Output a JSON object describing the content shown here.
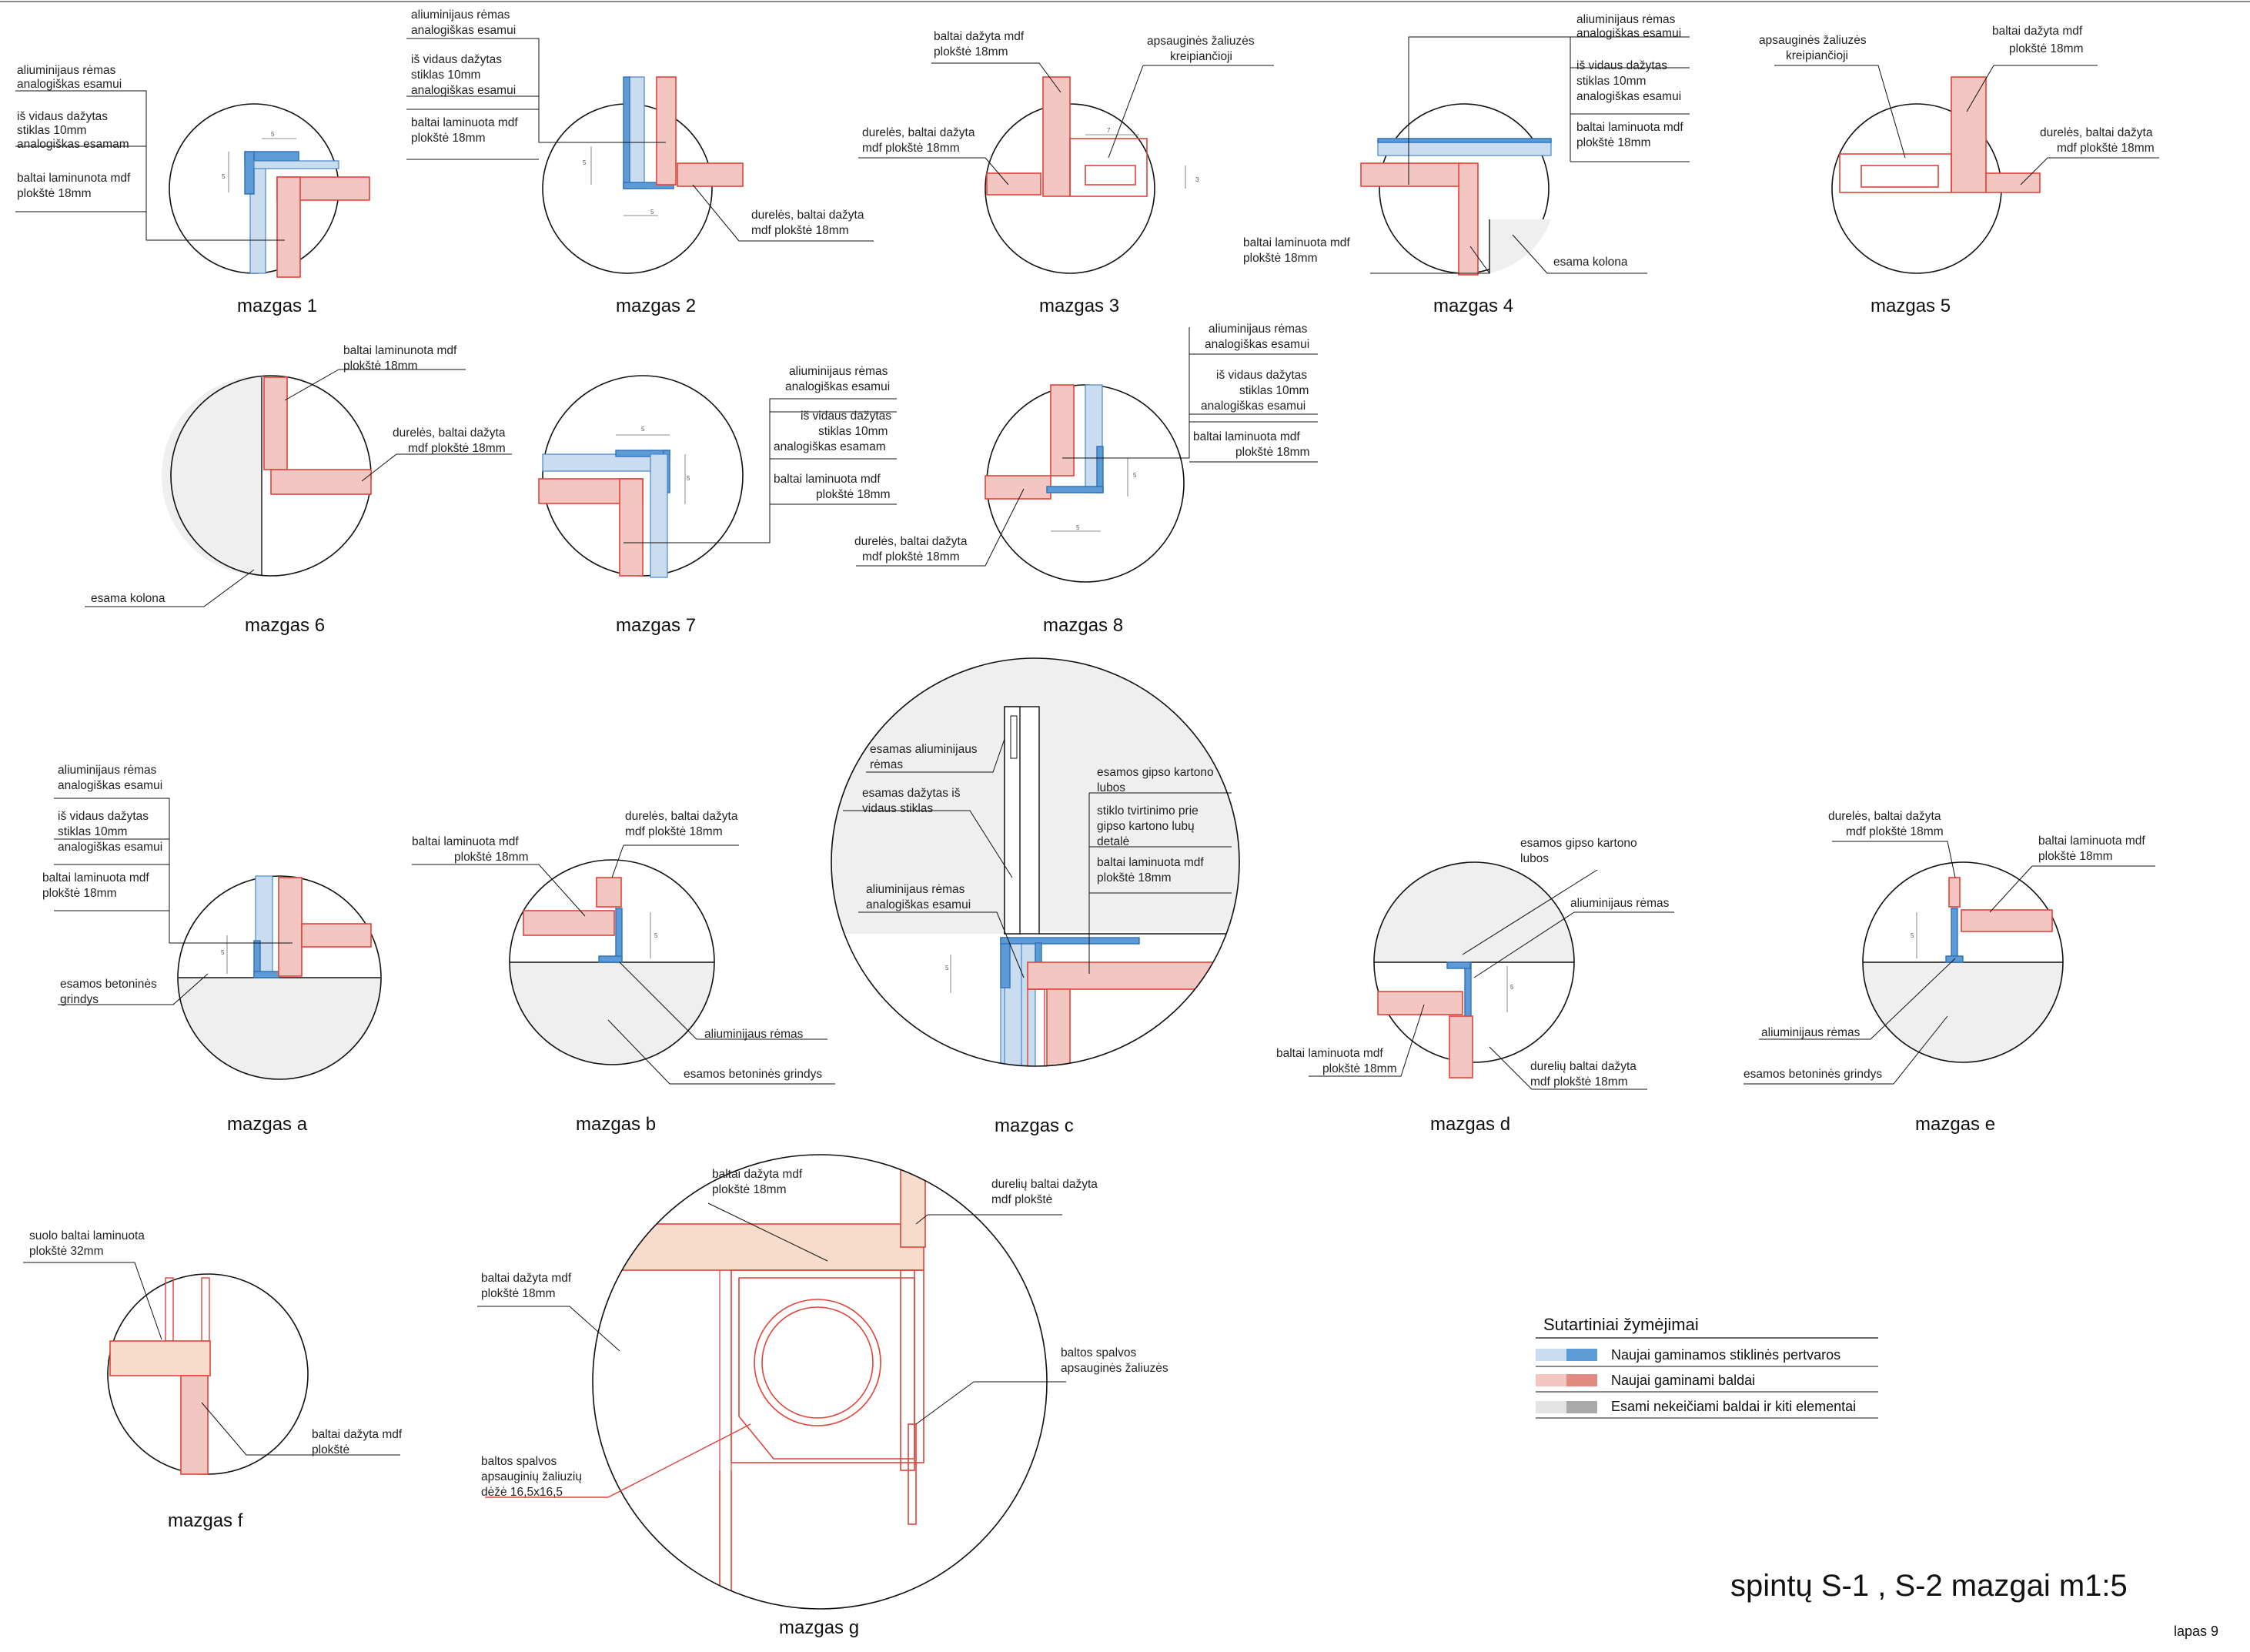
{
  "title": "spintų S-1 , S-2  mazgai   m1:5",
  "page_number": "lapas 9",
  "colors": {
    "glass_light": "#c9dcf0",
    "frame_blue": "#5d9bd6",
    "furniture_pink": "#f4c6c2",
    "furniture_red": "#e0443a",
    "existing_grey": "#efefef",
    "existing_dark": "#aaaaaa"
  },
  "legend": {
    "heading": "Sutartiniai žymėjimai",
    "items": [
      {
        "label": "Naujai gaminamos stiklinės pertvaros"
      },
      {
        "label": "Naujai gaminami baldai"
      },
      {
        "label": "Esami nekeičiami baldai ir kiti elementai"
      }
    ]
  },
  "nodes": {
    "m1": {
      "caption": "mazgas 1",
      "labels": [
        "aliuminijaus rėmas",
        "analogiškas esamui",
        "iš vidaus dažytas",
        "stiklas 10mm",
        "analogiškas esamam",
        "baltai laminunota mdf",
        "plokštė 18mm"
      ],
      "dims": [
        "5",
        "5"
      ]
    },
    "m2": {
      "caption": "mazgas 2",
      "labels": [
        "aliuminijaus rėmas",
        "analogiškas esamui",
        "iš vidaus dažytas",
        "stiklas 10mm",
        "analogiškas esamui",
        "baltai laminuota mdf",
        "plokštė 18mm",
        "durelės, baltai dažyta",
        "mdf plokštė 18mm"
      ],
      "dims": [
        "5",
        "5"
      ]
    },
    "m3": {
      "caption": "mazgas 3",
      "labels": [
        "baltai dažyta mdf",
        "plokštė 18mm",
        "apsauginės žaliuzės",
        "kreipiančioji",
        "durelės, baltai dažyta",
        "mdf plokštė 18mm"
      ],
      "dims": [
        "7",
        "3"
      ]
    },
    "m4": {
      "caption": "mazgas 4",
      "labels": [
        "aliuminijaus rėmas",
        "analogiškas esamui",
        "iš vidaus dažytas",
        "stiklas 10mm",
        "analogiškas esamui",
        "baltai laminuota mdf",
        "plokštė 18mm",
        "baltai laminuota mdf",
        "plokštė 18mm",
        "esama kolona"
      ]
    },
    "m5": {
      "caption": "mazgas 5",
      "labels": [
        "apsauginės žaliuzės",
        "kreipiančioji",
        "baltai dažyta mdf",
        "plokštė 18mm",
        "durelės, baltai dažyta",
        "mdf plokštė 18mm"
      ]
    },
    "m6": {
      "caption": "mazgas  6",
      "labels": [
        "baltai laminunota mdf",
        "plokštė 18mm",
        "durelės, baltai dažyta",
        "mdf plokštė 18mm",
        "esama kolona"
      ]
    },
    "m7": {
      "caption": "mazgas 7",
      "labels": [
        "aliuminijaus rėmas",
        "analogiškas esamui",
        "iš vidaus dažytas",
        "stiklas 10mm",
        "analogiškas esamam",
        "baltai laminuota mdf",
        "plokštė 18mm"
      ],
      "dims": [
        "5",
        "5"
      ]
    },
    "m8": {
      "caption": "mazgas 8",
      "labels": [
        "aliuminijaus rėmas",
        "analogiškas esamui",
        "iš vidaus dažytas",
        "stiklas 10mm",
        "analogiškas esamui",
        "baltai laminuota mdf",
        "plokštė 18mm",
        "durelės, baltai dažyta",
        "mdf plokštė 18mm"
      ],
      "dims": [
        "5",
        "5"
      ]
    },
    "ma": {
      "caption": "mazgas a",
      "labels": [
        "aliuminijaus rėmas",
        "analogiškas esamui",
        "iš vidaus dažytas",
        "stiklas 10mm",
        "analogiškas esamui",
        "baltai laminuota mdf",
        "plokštė 18mm",
        "esamos betoninės",
        "grindys"
      ],
      "dims": [
        "5"
      ]
    },
    "mb": {
      "caption": "mazgas b",
      "labels": [
        "baltai laminuota mdf",
        "plokštė 18mm",
        "durelės, baltai dažyta",
        "mdf plokštė 18mm",
        "aliuminijaus rėmas",
        "esamos betoninės grindys"
      ],
      "dims": [
        "5"
      ]
    },
    "mc": {
      "caption": "mazgas c",
      "labels": [
        "esamas aliuminijaus",
        "rėmas",
        "esamas dažytas iš",
        "vidaus stiklas",
        "esamos gipso kartono",
        "lubos",
        "stiklo tvirtinimo prie",
        "gipso kartono lubų",
        "detalė",
        "baltai laminuota mdf",
        "plokštė 18mm",
        "aliuminijaus rėmas",
        "analogiškas esamui"
      ],
      "dims": [
        "5"
      ]
    },
    "md": {
      "caption": "mazgas d",
      "labels": [
        "esamos gipso kartono",
        "lubos",
        "aliuminijaus rėmas",
        "baltai laminuota mdf",
        "plokštė 18mm",
        "durelių baltai dažyta",
        "mdf plokštė 18mm"
      ],
      "dims": [
        "5"
      ]
    },
    "me": {
      "caption": "mazgas e",
      "labels": [
        "durelės, baltai dažyta",
        "mdf plokštė 18mm",
        "baltai laminuota mdf",
        "plokštė 18mm",
        "aliuminijaus rėmas",
        "esamos betoninės grindys"
      ],
      "dims": [
        "5"
      ]
    },
    "mf": {
      "caption": "mazgas f",
      "labels": [
        "suolo baltai laminuota",
        "plokštė 32mm",
        "baltai dažyta mdf",
        "plokštė"
      ]
    },
    "mg": {
      "caption": "mazgas g",
      "labels": [
        "baltai dažyta mdf",
        "plokštė 18mm",
        "durelių baltai dažyta",
        "mdf plokštė",
        "baltai dažyta mdf",
        "plokštė 18mm",
        "baltos spalvos",
        "apsauginės žaliuzės",
        "baltos spalvos",
        "apsauginių žaliuzių",
        "dėžė 16,5x16,5"
      ]
    }
  }
}
